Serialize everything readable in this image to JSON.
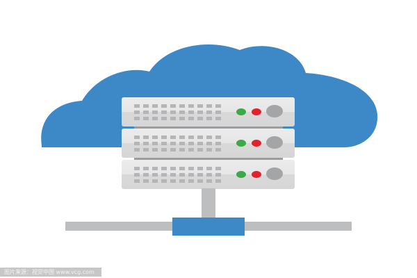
{
  "illustration": {
    "subject": "cloud server network",
    "colors": {
      "cloud": "#3d89c7",
      "server_body": "#e6e6e7",
      "server_shadow": "#9b9c9e",
      "grille": "#b4b5b7",
      "led_green": "#3aaa48",
      "led_red": "#e3212e",
      "power_button": "#a4a5a7",
      "network_line": "#bdbec0",
      "network_hub": "#3d89c7"
    },
    "server_units": [
      {
        "id": "unit-1",
        "leds": [
          "green",
          "red"
        ],
        "icon": "power-button-icon"
      },
      {
        "id": "unit-2",
        "leds": [
          "green",
          "red"
        ],
        "icon": "power-button-icon"
      },
      {
        "id": "unit-3",
        "leds": [
          "green",
          "red"
        ],
        "icon": "power-button-icon"
      }
    ]
  },
  "watermark": {
    "text": "图片来源：视觉中国 www.vcg.com"
  }
}
